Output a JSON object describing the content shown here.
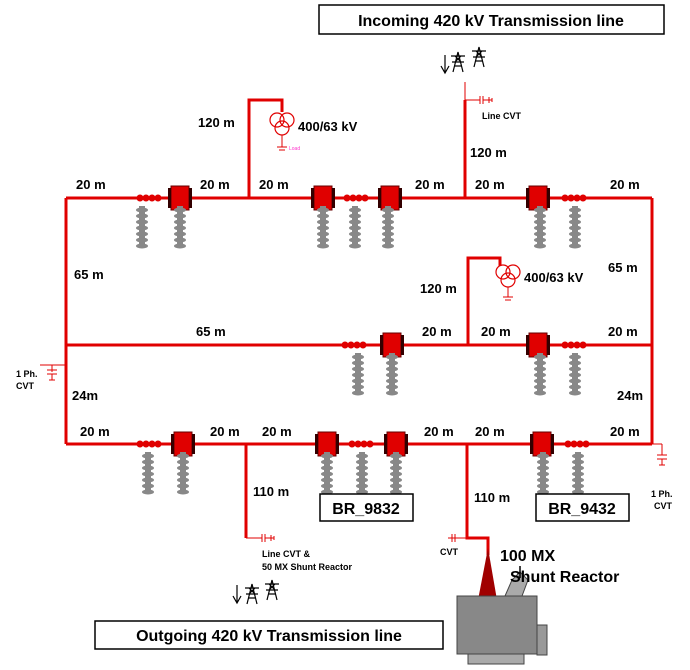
{
  "titles": {
    "incoming": "Incoming 420 kV Transmission line",
    "outgoing": "Outgoing 420 kV Transmission line"
  },
  "transformers": {
    "top": "400/63 kV",
    "mid": "400/63 kV",
    "load_tag": "Load"
  },
  "cvt": {
    "line_cvt": "Line CVT",
    "left_1": "1 Ph.",
    "left_2": "CVT",
    "right_1": "1 Ph.",
    "right_2": "CVT",
    "bottom_1": "Line CVT &",
    "bottom_2": "50 MX Shunt Reactor",
    "cvt_small": "CVT"
  },
  "reactor": {
    "line1": "100 MX",
    "line2": "Shunt Reactor"
  },
  "bays": {
    "left": "BR_9832",
    "right": "BR_9432"
  },
  "lengths": {
    "top_1": "20 m",
    "top_2": "20 m",
    "top_3": "20 m",
    "top_4": "20 m",
    "top_5": "20 m",
    "top_6": "20 m",
    "v_tx_top": "120 m",
    "v_in": "120 m",
    "left_65": "65 m",
    "right_65": "65 m",
    "mid_65": "65 m",
    "v_tx_mid": "120 m",
    "mid_1": "20 m",
    "mid_2": "20 m",
    "mid_3": "20 m",
    "left_24": "24m",
    "right_24": "24m",
    "bot_1": "20 m",
    "bot_2": "20 m",
    "bot_3": "20 m",
    "bot_4": "20 m",
    "bot_5": "20 m",
    "bot_6": "20 m",
    "v_out": "110 m",
    "v_react": "110 m"
  },
  "colors": {
    "line": "#e00000",
    "breaker": "#e00000",
    "insulator": "#888888",
    "reactor": "#a00000",
    "cvt": "#ff66ff"
  }
}
